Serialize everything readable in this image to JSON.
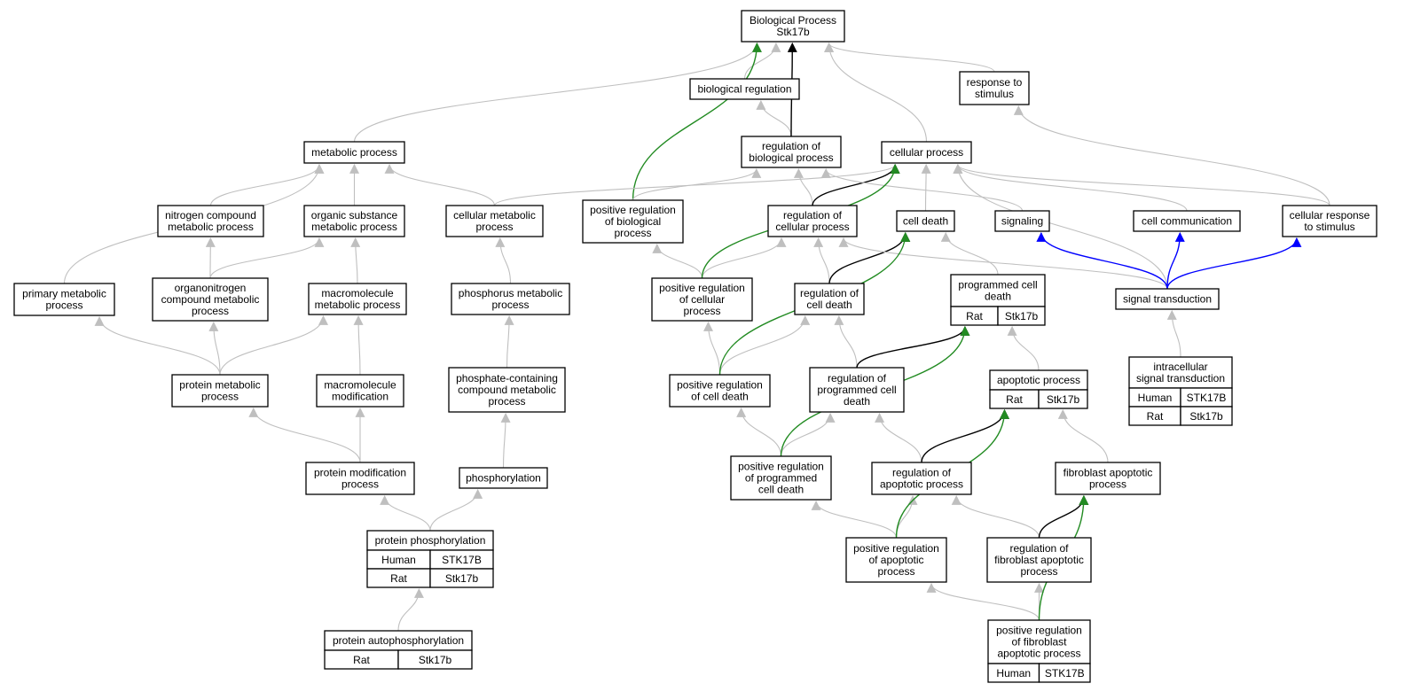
{
  "colors": {
    "edge_default": "#bfbfbf",
    "edge_black": "#000000",
    "edge_green": "#228b22",
    "edge_blue": "#0000ff",
    "species_human": "#ff6347",
    "species_rat": "#ffd700"
  },
  "nodes": [
    {
      "id": "root",
      "lines": [
        "Biological Process",
        "Stk17b"
      ]
    },
    {
      "id": "bioreg",
      "lines": [
        "biological regulation"
      ]
    },
    {
      "id": "respstim",
      "lines": [
        "response to",
        "stimulus"
      ]
    },
    {
      "id": "metab",
      "lines": [
        "metabolic process"
      ]
    },
    {
      "id": "regbio",
      "lines": [
        "regulation of",
        "biological process"
      ]
    },
    {
      "id": "cellproc",
      "lines": [
        "cellular process"
      ]
    },
    {
      "id": "nitro",
      "lines": [
        "nitrogen compound",
        "metabolic process"
      ]
    },
    {
      "id": "orgsub",
      "lines": [
        "organic substance",
        "metabolic process"
      ]
    },
    {
      "id": "cellmetab",
      "lines": [
        "cellular metabolic",
        "process"
      ]
    },
    {
      "id": "posregbio",
      "lines": [
        "positive regulation",
        "of biological",
        "process"
      ]
    },
    {
      "id": "regcell",
      "lines": [
        "regulation of",
        "cellular process"
      ]
    },
    {
      "id": "celldeath",
      "lines": [
        "cell death"
      ]
    },
    {
      "id": "signaling",
      "lines": [
        "signaling"
      ]
    },
    {
      "id": "cellcomm",
      "lines": [
        "cell communication"
      ]
    },
    {
      "id": "cellresp",
      "lines": [
        "cellular response",
        "to stimulus"
      ]
    },
    {
      "id": "primmetab",
      "lines": [
        "primary metabolic",
        "process"
      ]
    },
    {
      "id": "organonitro",
      "lines": [
        "organonitrogen",
        "compound metabolic",
        "process"
      ]
    },
    {
      "id": "macrometab",
      "lines": [
        "macromolecule",
        "metabolic process"
      ]
    },
    {
      "id": "phosmetab",
      "lines": [
        "phosphorus metabolic",
        "process"
      ]
    },
    {
      "id": "posregcell",
      "lines": [
        "positive regulation",
        "of cellular",
        "process"
      ]
    },
    {
      "id": "regcelldeath",
      "lines": [
        "regulation of",
        "cell death"
      ]
    },
    {
      "id": "progdeath",
      "lines": [
        "programmed cell",
        "death"
      ],
      "table": [
        [
          "Rat",
          "Stk17b"
        ]
      ]
    },
    {
      "id": "sigtrans",
      "lines": [
        "signal transduction"
      ]
    },
    {
      "id": "protmetab",
      "lines": [
        "protein metabolic",
        "process"
      ]
    },
    {
      "id": "macromod",
      "lines": [
        "macromolecule",
        "modification"
      ]
    },
    {
      "id": "phoscomp",
      "lines": [
        "phosphate-containing",
        "compound metabolic",
        "process"
      ]
    },
    {
      "id": "posregdeath",
      "lines": [
        "positive regulation",
        "of cell death"
      ]
    },
    {
      "id": "regprogdeath",
      "lines": [
        "regulation of",
        "programmed cell",
        "death"
      ]
    },
    {
      "id": "apopt",
      "lines": [
        "apoptotic process"
      ],
      "table": [
        [
          "Rat",
          "Stk17b"
        ]
      ]
    },
    {
      "id": "intracell",
      "lines": [
        "intracellular",
        "signal transduction"
      ],
      "table": [
        [
          "Human",
          "STK17B"
        ],
        [
          "Rat",
          "Stk17b"
        ]
      ]
    },
    {
      "id": "protmod",
      "lines": [
        "protein modification",
        "process"
      ]
    },
    {
      "id": "phosph",
      "lines": [
        "phosphorylation"
      ]
    },
    {
      "id": "posregprog",
      "lines": [
        "positive regulation",
        "of programmed",
        "cell death"
      ]
    },
    {
      "id": "regapopt",
      "lines": [
        "regulation of",
        "apoptotic process"
      ]
    },
    {
      "id": "fibroapopt",
      "lines": [
        "fibroblast apoptotic",
        "process"
      ]
    },
    {
      "id": "protphos",
      "lines": [
        "protein phosphorylation"
      ],
      "table": [
        [
          "Human",
          "STK17B"
        ],
        [
          "Rat",
          "Stk17b"
        ]
      ]
    },
    {
      "id": "posregapopt",
      "lines": [
        "positive regulation",
        "of apoptotic",
        "process"
      ]
    },
    {
      "id": "regfibro",
      "lines": [
        "regulation of",
        "fibroblast apoptotic",
        "process"
      ]
    },
    {
      "id": "protauto",
      "lines": [
        "protein autophosphorylation"
      ],
      "table": [
        [
          "Rat",
          "Stk17b"
        ]
      ]
    },
    {
      "id": "posregfibro",
      "lines": [
        "positive regulation",
        "of fibroblast",
        "apoptotic process"
      ],
      "table": [
        [
          "Human",
          "STK17B"
        ]
      ]
    }
  ],
  "edges": [
    {
      "from": "bioreg",
      "to": "root",
      "type": "default"
    },
    {
      "from": "regbio",
      "to": "bioreg",
      "type": "default"
    },
    {
      "from": "regbio",
      "to": "root",
      "type": "black"
    },
    {
      "from": "respstim",
      "to": "root",
      "type": "default"
    },
    {
      "from": "metab",
      "to": "root",
      "type": "default"
    },
    {
      "from": "cellproc",
      "to": "root",
      "type": "default"
    },
    {
      "from": "posregbio",
      "to": "root",
      "type": "green"
    },
    {
      "from": "posregbio",
      "to": "regbio",
      "type": "default"
    },
    {
      "from": "nitro",
      "to": "metab",
      "type": "default"
    },
    {
      "from": "orgsub",
      "to": "metab",
      "type": "default"
    },
    {
      "from": "cellmetab",
      "to": "metab",
      "type": "default"
    },
    {
      "from": "primmetab",
      "to": "metab",
      "type": "default"
    },
    {
      "from": "cellmetab",
      "to": "cellproc",
      "type": "default"
    },
    {
      "from": "regcell",
      "to": "regbio",
      "type": "default"
    },
    {
      "from": "regcell",
      "to": "cellproc",
      "type": "black"
    },
    {
      "from": "celldeath",
      "to": "cellproc",
      "type": "default"
    },
    {
      "from": "signaling",
      "to": "regbio",
      "type": "default"
    },
    {
      "from": "cellcomm",
      "to": "cellproc",
      "type": "default"
    },
    {
      "from": "cellresp",
      "to": "cellproc",
      "type": "default"
    },
    {
      "from": "cellresp",
      "to": "respstim",
      "type": "default"
    },
    {
      "from": "organonitro",
      "to": "nitro",
      "type": "default"
    },
    {
      "from": "organonitro",
      "to": "orgsub",
      "type": "default"
    },
    {
      "from": "macrometab",
      "to": "orgsub",
      "type": "default"
    },
    {
      "from": "phosmetab",
      "to": "cellmetab",
      "type": "default"
    },
    {
      "from": "posregcell",
      "to": "posregbio",
      "type": "default"
    },
    {
      "from": "posregcell",
      "to": "regcell",
      "type": "default"
    },
    {
      "from": "posregcell",
      "to": "cellproc",
      "type": "green"
    },
    {
      "from": "regcelldeath",
      "to": "regcell",
      "type": "default"
    },
    {
      "from": "regcelldeath",
      "to": "celldeath",
      "type": "black"
    },
    {
      "from": "progdeath",
      "to": "celldeath",
      "type": "default"
    },
    {
      "from": "sigtrans",
      "to": "regcell",
      "type": "default"
    },
    {
      "from": "sigtrans",
      "to": "cellproc",
      "type": "default"
    },
    {
      "from": "sigtrans",
      "to": "signaling",
      "type": "blue"
    },
    {
      "from": "sigtrans",
      "to": "cellcomm",
      "type": "blue"
    },
    {
      "from": "sigtrans",
      "to": "cellresp",
      "type": "blue"
    },
    {
      "from": "protmetab",
      "to": "primmetab",
      "type": "default"
    },
    {
      "from": "protmetab",
      "to": "organonitro",
      "type": "default"
    },
    {
      "from": "protmetab",
      "to": "macrometab",
      "type": "default"
    },
    {
      "from": "macromod",
      "to": "macrometab",
      "type": "default"
    },
    {
      "from": "phoscomp",
      "to": "phosmetab",
      "type": "default"
    },
    {
      "from": "posregdeath",
      "to": "posregcell",
      "type": "default"
    },
    {
      "from": "posregdeath",
      "to": "regcelldeath",
      "type": "default"
    },
    {
      "from": "posregdeath",
      "to": "celldeath",
      "type": "green"
    },
    {
      "from": "regprogdeath",
      "to": "regcelldeath",
      "type": "default"
    },
    {
      "from": "regprogdeath",
      "to": "progdeath",
      "type": "black"
    },
    {
      "from": "apopt",
      "to": "progdeath",
      "type": "default"
    },
    {
      "from": "intracell",
      "to": "sigtrans",
      "type": "default"
    },
    {
      "from": "protmod",
      "to": "protmetab",
      "type": "default"
    },
    {
      "from": "protmod",
      "to": "macromod",
      "type": "default"
    },
    {
      "from": "phosph",
      "to": "phoscomp",
      "type": "default"
    },
    {
      "from": "posregprog",
      "to": "posregdeath",
      "type": "default"
    },
    {
      "from": "posregprog",
      "to": "regprogdeath",
      "type": "default"
    },
    {
      "from": "posregprog",
      "to": "progdeath",
      "type": "green"
    },
    {
      "from": "regapopt",
      "to": "regprogdeath",
      "type": "default"
    },
    {
      "from": "regapopt",
      "to": "apopt",
      "type": "black"
    },
    {
      "from": "fibroapopt",
      "to": "apopt",
      "type": "default"
    },
    {
      "from": "protphos",
      "to": "protmod",
      "type": "default"
    },
    {
      "from": "protphos",
      "to": "phosph",
      "type": "default"
    },
    {
      "from": "posregapopt",
      "to": "posregprog",
      "type": "default"
    },
    {
      "from": "posregapopt",
      "to": "regapopt",
      "type": "default"
    },
    {
      "from": "posregapopt",
      "to": "apopt",
      "type": "green"
    },
    {
      "from": "regfibro",
      "to": "regapopt",
      "type": "default"
    },
    {
      "from": "regfibro",
      "to": "fibroapopt",
      "type": "black"
    },
    {
      "from": "protauto",
      "to": "protphos",
      "type": "default"
    },
    {
      "from": "posregfibro",
      "to": "posregapopt",
      "type": "default"
    },
    {
      "from": "posregfibro",
      "to": "regfibro",
      "type": "default"
    },
    {
      "from": "posregfibro",
      "to": "fibroapopt",
      "type": "green"
    }
  ]
}
